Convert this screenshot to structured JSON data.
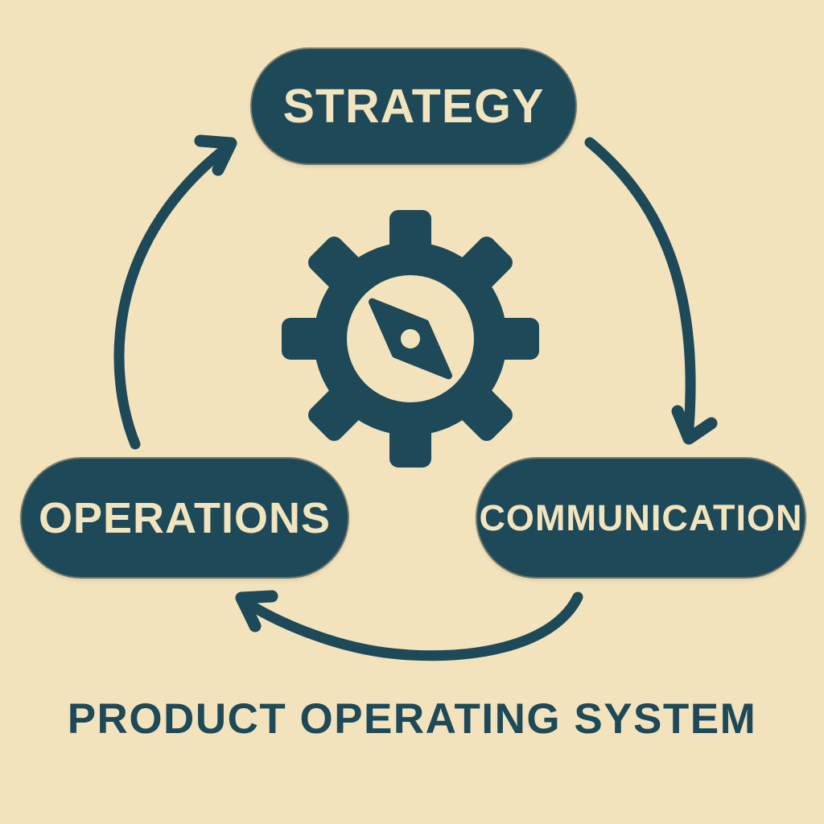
{
  "diagram": {
    "title": "PRODUCT OPERATING SYSTEM",
    "nodes": [
      {
        "id": "strategy",
        "label": "STRATEGY"
      },
      {
        "id": "communication",
        "label": "COMMUNICATION"
      },
      {
        "id": "operations",
        "label": "OPERATIONS"
      }
    ],
    "edges": [
      {
        "from": "strategy",
        "to": "communication"
      },
      {
        "from": "communication",
        "to": "operations"
      },
      {
        "from": "operations",
        "to": "strategy"
      }
    ],
    "center_icon": "gear-compass-icon",
    "colors": {
      "background": "#f2e3bc",
      "primary": "#1e4959",
      "pill_text": "#f2e4bd"
    }
  }
}
